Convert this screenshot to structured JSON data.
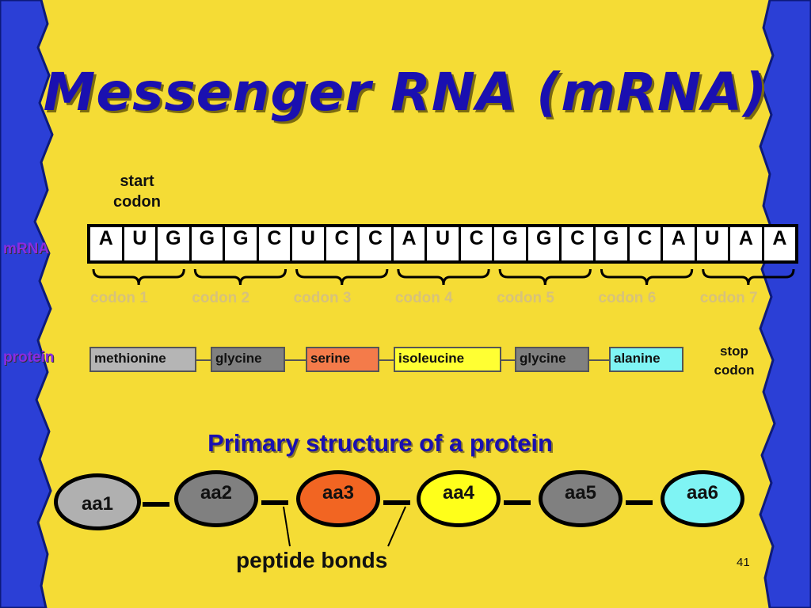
{
  "title": "Messenger RNA (mRNA)",
  "start_codon": {
    "line1": "start",
    "line2": "codon"
  },
  "mrna_label": "mRNA",
  "protein_label": "protein",
  "bases": [
    "A",
    "U",
    "G",
    "G",
    "G",
    "C",
    "U",
    "C",
    "C",
    "A",
    "U",
    "C",
    "G",
    "G",
    "C",
    "G",
    "C",
    "A",
    "U",
    "A",
    "A"
  ],
  "codons": [
    "codon 1",
    "codon 2",
    "codon 3",
    "codon 4",
    "codon 5",
    "codon 6",
    "codon 7"
  ],
  "amino_acids": [
    {
      "name": "methionine",
      "color": "#b5b5b5"
    },
    {
      "name": "glycine",
      "color": "#808080"
    },
    {
      "name": "serine",
      "color": "#f47b4a"
    },
    {
      "name": "isoleucine",
      "color": "#ffff33"
    },
    {
      "name": "glycine",
      "color": "#808080"
    },
    {
      "name": "alanine",
      "color": "#7ff4f4"
    }
  ],
  "stop_codon": {
    "line1": "stop",
    "line2": "codon"
  },
  "subtitle": "Primary structure of a protein",
  "chain": [
    {
      "label": "aa1",
      "color": "#b0b0b0"
    },
    {
      "label": "aa2",
      "color": "#808080"
    },
    {
      "label": "aa3",
      "color": "#f26522"
    },
    {
      "label": "aa4",
      "color": "#ffff1a"
    },
    {
      "label": "aa5",
      "color": "#808080"
    },
    {
      "label": "aa6",
      "color": "#7ff4f4"
    }
  ],
  "peptide_bonds": "peptide bonds",
  "page_number": "41",
  "colors": {
    "background": "#f5dc35",
    "border": "#2b3fd6",
    "title": "#1a10b0"
  }
}
